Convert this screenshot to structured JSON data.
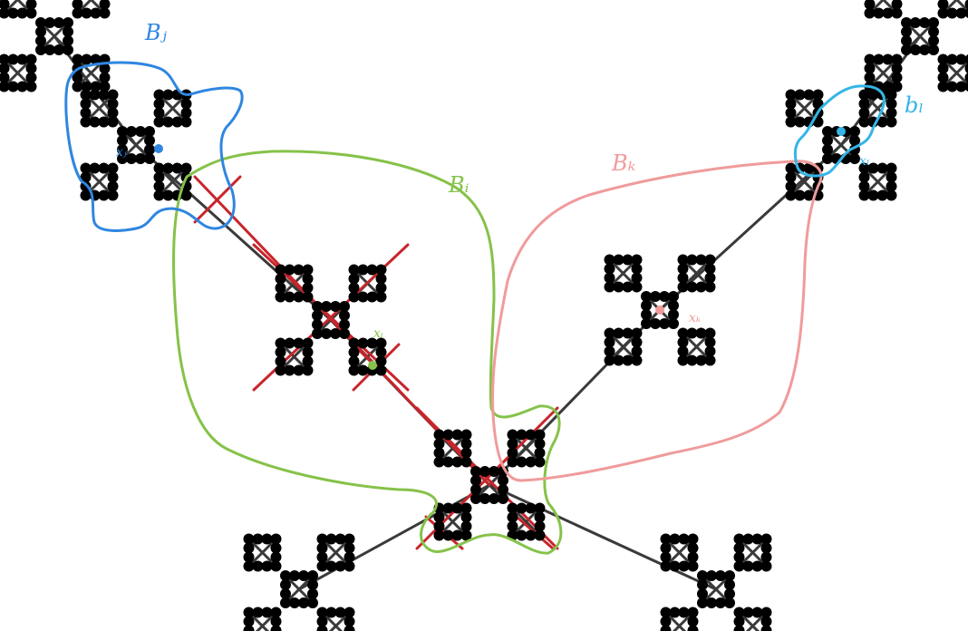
{
  "labels": {
    "B_j": "Bⱼ",
    "B_i": "Bᵢ",
    "B_k": "Bₖ",
    "B_l": "bₗ",
    "x_j": "xⱼ",
    "x_i": "xᵢ",
    "x_k": "xₖ",
    "x_l": "xₗ"
  },
  "colors": {
    "background": "#ffffff",
    "vertex": "#000000",
    "edge": "#3a3a3a",
    "highlight_edge": "#c8252c",
    "B_j": "#2f86e0",
    "B_i": "#86c24a",
    "B_k": "#f09b9b",
    "B_l": "#34b5e6"
  }
}
